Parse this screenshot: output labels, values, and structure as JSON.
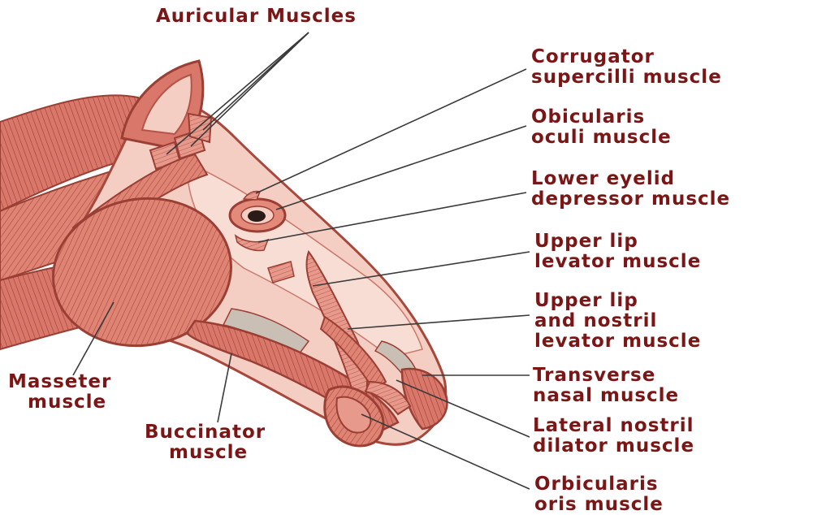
{
  "colors": {
    "label_text": "#7a1616",
    "muscle": "#d9776a",
    "muscle_light": "#f4cdc3",
    "muscle_dark": "#a8473c",
    "leader_line": "#3a3a3a"
  },
  "labels": {
    "auricular": [
      "Auricular Muscles"
    ],
    "corrugator": [
      "Corrugator",
      "supercilli muscle"
    ],
    "obicularis_oculi": [
      "Obicularis",
      "oculi muscle"
    ],
    "lower_eyelid": [
      "Lower eyelid",
      "depressor muscle"
    ],
    "upper_lip_levator": [
      "Upper lip",
      "levator muscle"
    ],
    "upper_lip_nostril": [
      "Upper lip",
      "and nostril",
      "levator muscle"
    ],
    "transverse_nasal": [
      "Transverse",
      "nasal muscle"
    ],
    "lateral_nostril": [
      "Lateral nostril",
      "dilator muscle"
    ],
    "orbicularis_oris": [
      "Orbicularis",
      "oris muscle"
    ],
    "masseter": [
      "Masseter",
      "muscle"
    ],
    "buccinator": [
      "Buccinator",
      "muscle"
    ]
  }
}
